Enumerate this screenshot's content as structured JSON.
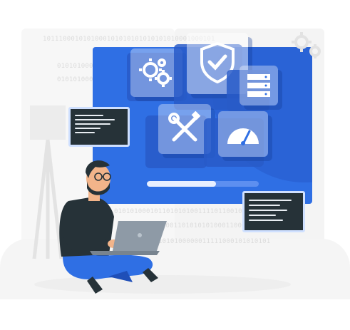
{
  "binary_rows": [
    "1011100010101000101010101010101010001000101",
    "010101000",
    "010101000",
    "010101000101101010100111101100101000101010",
    "1010101010100011010101010001100010101010",
    "1010100000011111000101010101"
  ],
  "colors": {
    "accent_blue": "#2f6fe4",
    "deep_blue": "#1f4fb8",
    "terminal_bg": "#263238",
    "shirt": "#263238",
    "pants": "#2f6fe4",
    "laptop": "#8e9aa6",
    "skin": "#f2b48a",
    "hair": "#263238"
  },
  "icons": [
    "gears-icon",
    "shield-check-icon",
    "server-rack-icon",
    "tools-icon",
    "speedometer-icon",
    "settings-gear-icon"
  ],
  "progress": 0.62
}
